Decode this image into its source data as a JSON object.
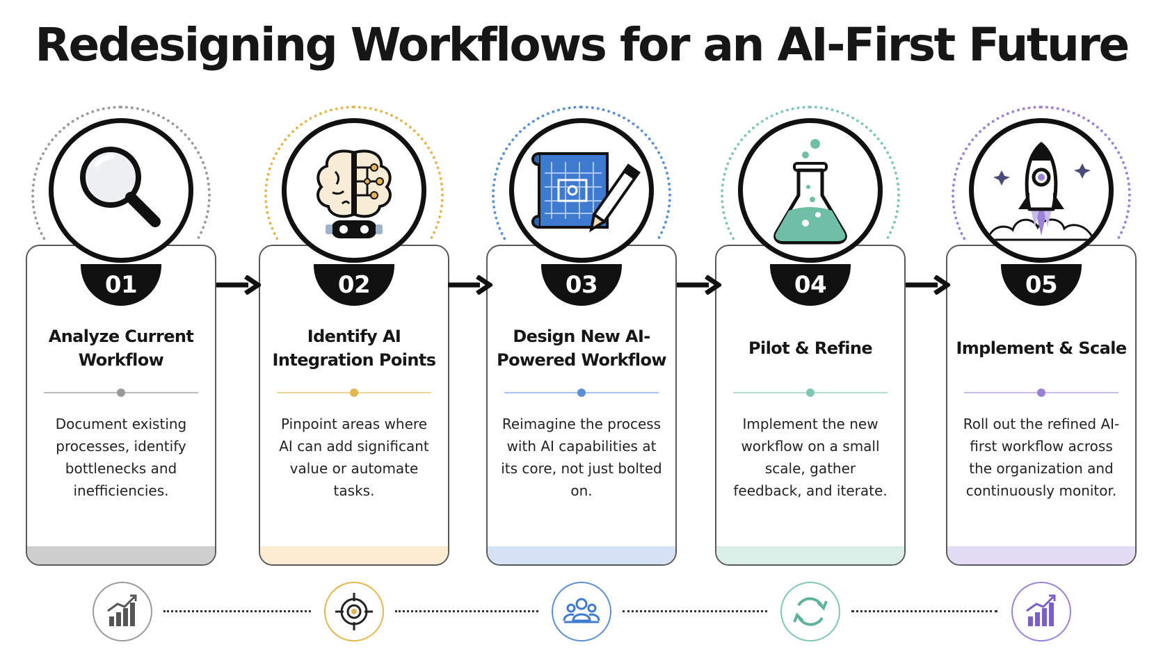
{
  "title": "Redesigning Workflows for an AI-First Future",
  "steps": [
    {
      "number": "01",
      "title": "Analyze Current Workflow",
      "description": "Document existing processes, identify bottlenecks and inefficiencies.",
      "accent": "#9a9a9a",
      "footer_color": "#cfcfcf",
      "icon": "magnifying-glass-icon",
      "bottom_icon": "bar-chart-icon"
    },
    {
      "number": "02",
      "title": "Identify AI Integration Points",
      "description": "Pinpoint areas where AI can add significant value or automate tasks.",
      "accent": "#e3b74e",
      "footer_color": "#fbecd2",
      "icon": "ai-brain-icon",
      "bottom_icon": "target-icon"
    },
    {
      "number": "03",
      "title": "Design New AI-Powered Workflow",
      "description": "Reimagine the process with AI capabilities at its core, not just bolted on.",
      "accent": "#5b8fd6",
      "footer_color": "#d6e3f6",
      "icon": "blueprint-pencil-icon",
      "bottom_icon": "team-icon"
    },
    {
      "number": "04",
      "title": "Pilot & Refine",
      "description": "Implement the new workflow on a small scale, gather feedback, and iterate.",
      "accent": "#7fc7b1",
      "footer_color": "#d9efe8",
      "icon": "flask-icon",
      "bottom_icon": "refresh-cycle-icon"
    },
    {
      "number": "05",
      "title": "Implement & Scale",
      "description": "Roll out the refined AI-first workflow across the organization and continuously monitor.",
      "accent": "#9b82d6",
      "footer_color": "#e4dcf5",
      "icon": "rocket-icon",
      "bottom_icon": "growth-chart-icon"
    }
  ]
}
